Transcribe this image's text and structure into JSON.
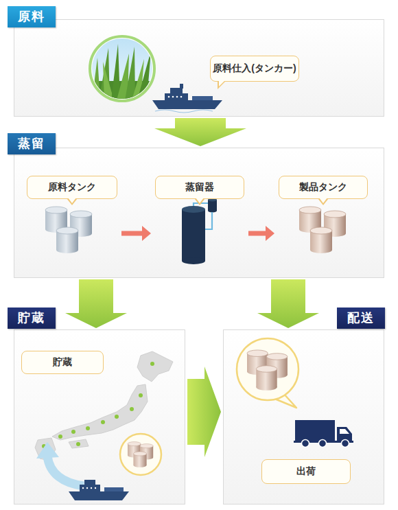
{
  "diagram": {
    "nodes": [
      {
        "text": [
          "原料"
        ]
      },
      {
        "text": [
          "原料仕入(タンカー)"
        ],
        "in": 0
      },
      {
        "text": [
          "蒸留"
        ]
      },
      {
        "text": [
          "原料タンク"
        ],
        "in": 2
      },
      {
        "text": [
          "蒸留器"
        ],
        "in": 2
      },
      {
        "text": [
          "製品タンク"
        ],
        "in": 2
      },
      {
        "text": [
          "貯蔵"
        ]
      },
      {
        "text": [
          "貯蔵"
        ],
        "in": 6
      },
      {
        "text": [
          "配送"
        ]
      },
      {
        "text": [
          "出荷"
        ],
        "in": 8
      }
    ],
    "edges": [
      {
        "from": 0,
        "to": 2,
        "arrow": "to"
      },
      {
        "from": 3,
        "to": 4,
        "arrow": "to"
      },
      {
        "from": 4,
        "to": 5,
        "arrow": "to"
      },
      {
        "from": 2,
        "to": 6,
        "arrow": "to"
      },
      {
        "from": 2,
        "to": 8,
        "arrow": "to"
      },
      {
        "from": 6,
        "to": 8,
        "arrow": "to"
      }
    ]
  }
}
